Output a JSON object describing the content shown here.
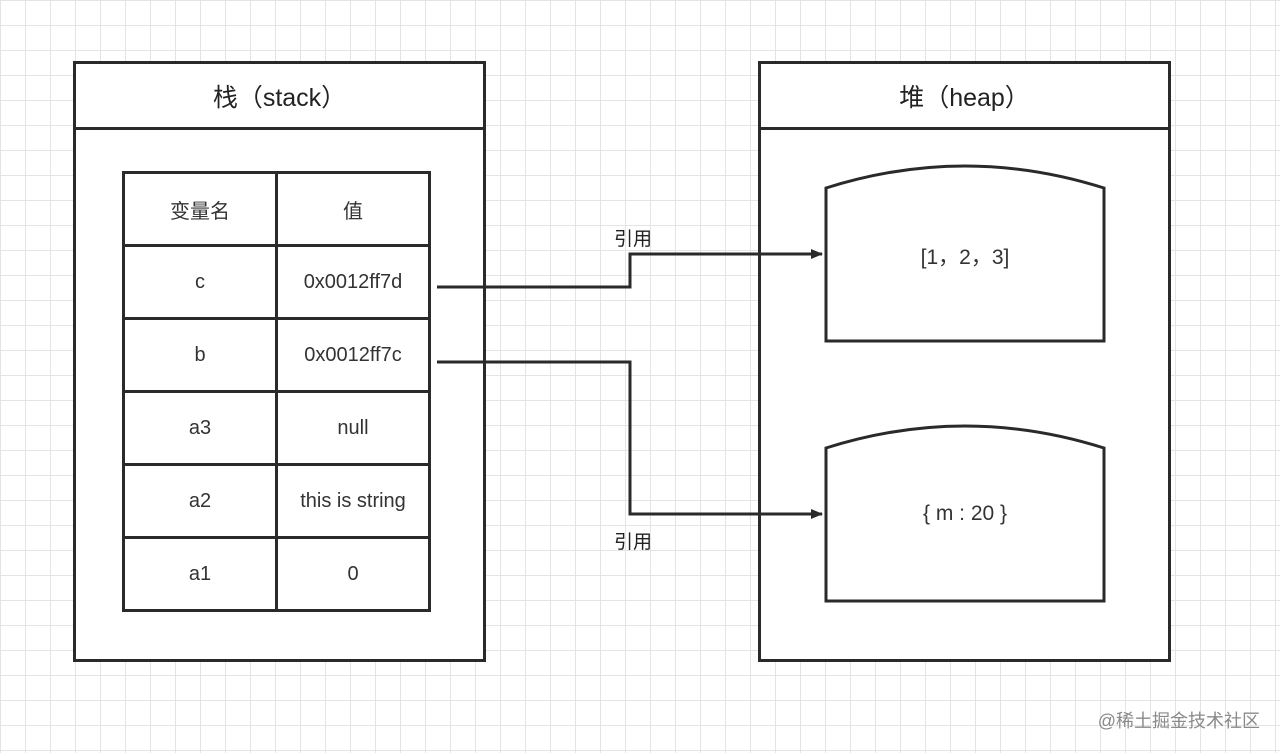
{
  "stack": {
    "title": "栈（stack）",
    "headers": [
      "变量名",
      "值"
    ],
    "rows": [
      {
        "name": "c",
        "value": "0x0012ff7d"
      },
      {
        "name": "b",
        "value": "0x0012ff7c"
      },
      {
        "name": "a3",
        "value": "null"
      },
      {
        "name": "a2",
        "value": "this is string"
      },
      {
        "name": "a1",
        "value": "0"
      }
    ]
  },
  "heap": {
    "title": "堆（heap）",
    "objects": [
      {
        "label": "[1，2，3]"
      },
      {
        "label": "{ m : 20 }"
      }
    ]
  },
  "references": [
    {
      "label": "引用"
    },
    {
      "label": "引用"
    }
  ],
  "watermark": "@稀土掘金技术社区"
}
